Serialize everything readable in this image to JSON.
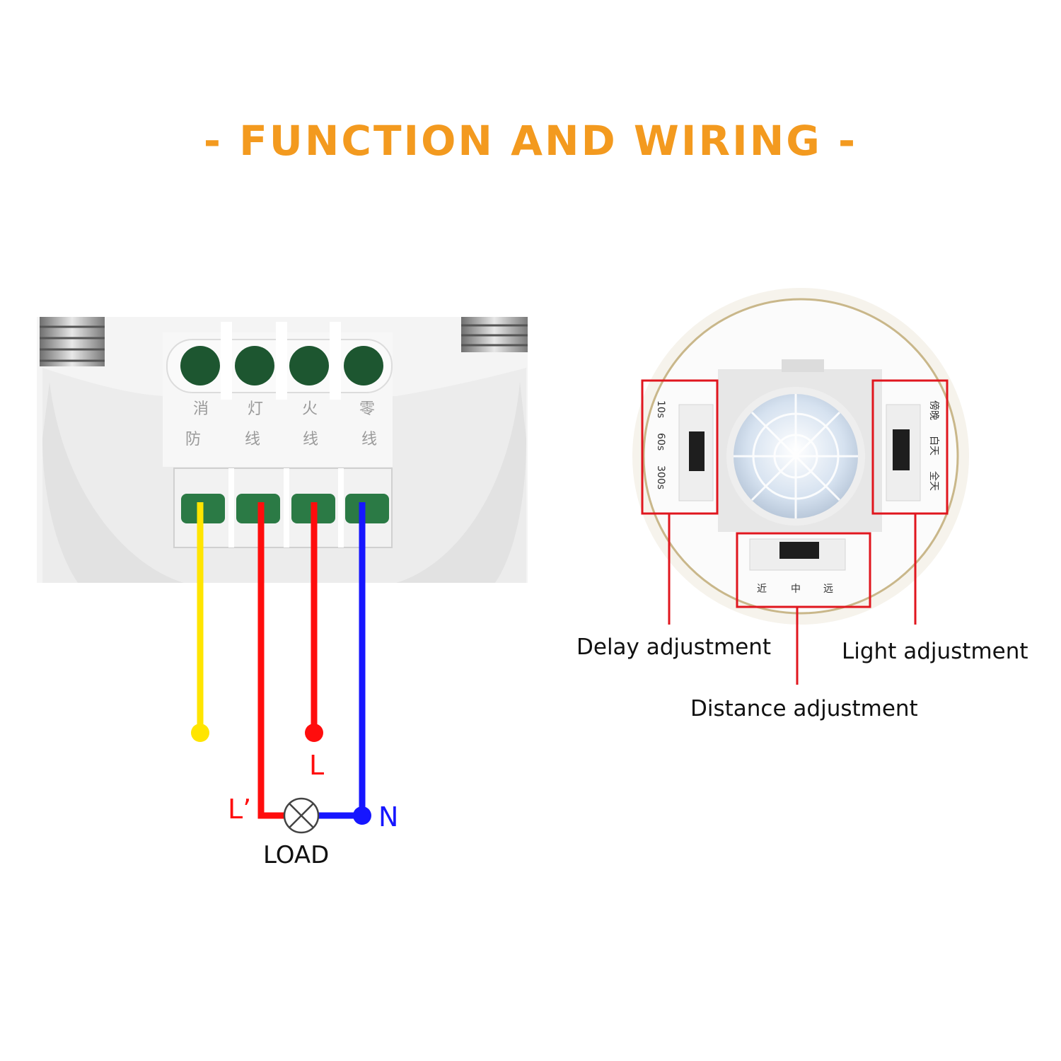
{
  "title": "- FUNCTION AND WIRING -",
  "colors": {
    "title": "#f39a1f",
    "live": "#ff0d0d",
    "neutral": "#1616ff",
    "fire": "#ffe500",
    "terminal": "#1f6b3a",
    "callout": "#e0161e"
  },
  "terminals": {
    "top_labels": [
      "消",
      "灯",
      "火",
      "零"
    ],
    "bottom_labels": [
      "防",
      "线",
      "线",
      "线"
    ]
  },
  "wiring": {
    "live_in": "L",
    "live_out": "L’",
    "neutral": "N",
    "load": "LOAD"
  },
  "sensor": {
    "delay_label": "Delay adjustment",
    "light_label": "Light adjustment",
    "distance_label": "Distance adjustment",
    "delay_scale": [
      "10s",
      "60s",
      "300s"
    ],
    "light_scale": [
      "傍晚",
      "白天",
      "全天"
    ],
    "distance_scale": [
      "近",
      "中",
      "远"
    ]
  },
  "icons": [
    "lamp-icon"
  ]
}
